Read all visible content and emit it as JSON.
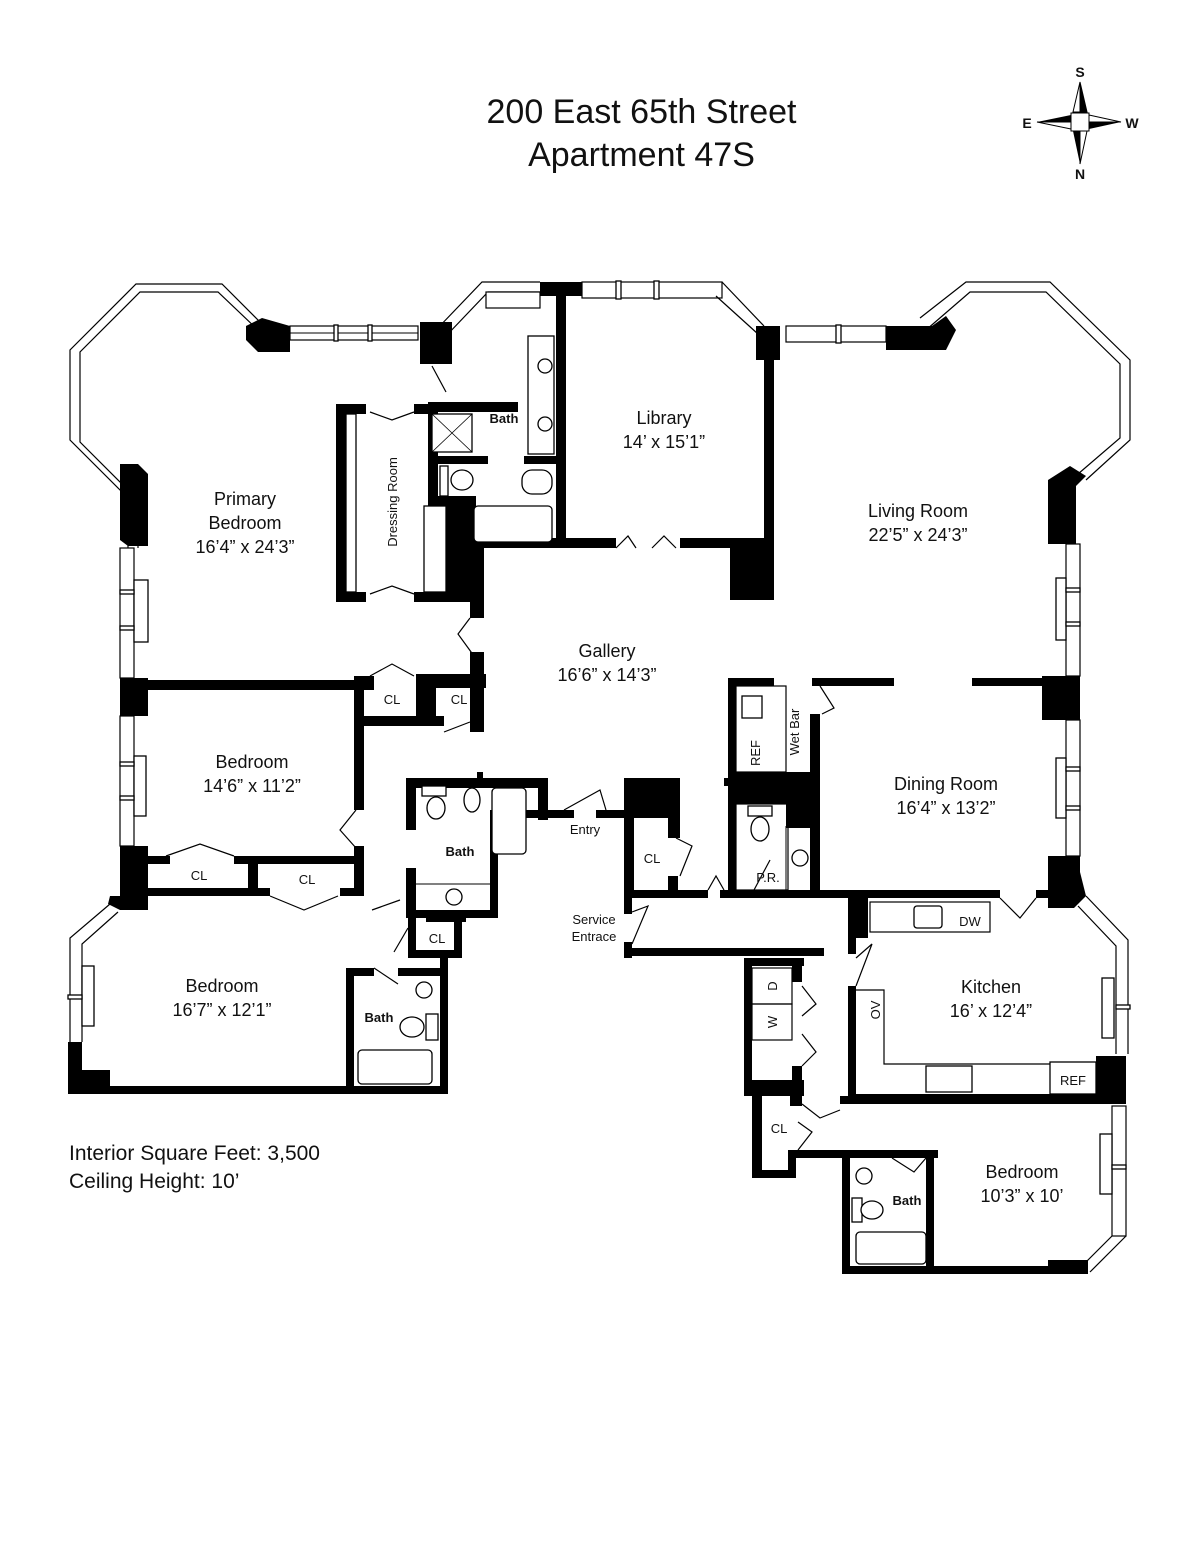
{
  "header": {
    "address": "200 East 65th Street",
    "unit": "Apartment 47S"
  },
  "compass": {
    "top": "S",
    "bottom": "N",
    "left": "E",
    "right": "W"
  },
  "rooms": {
    "primary_bedroom": {
      "name_line1": "Primary",
      "name_line2": "Bedroom",
      "size": "16’4” x 24’3”"
    },
    "dressing_room": {
      "name": "Dressing Room"
    },
    "primary_bath": {
      "name": "Bath"
    },
    "library": {
      "name": "Library",
      "size": "14’ x 15’1”"
    },
    "living_room": {
      "name": "Living Room",
      "size": "22’5” x 24’3”"
    },
    "gallery": {
      "name": "Gallery",
      "size": "16’6” x 14’3”"
    },
    "bedroom2": {
      "name": "Bedroom",
      "size": "14’6” x 11’2”"
    },
    "bedroom3": {
      "name": "Bedroom",
      "size": "16’7” x 12’1”"
    },
    "bath2": {
      "name": "Bath"
    },
    "bath3": {
      "name": "Bath"
    },
    "entry": {
      "name": "Entry"
    },
    "service_entrance": {
      "name_line1": "Service",
      "name_line2": "Entrace"
    },
    "wet_bar": {
      "name": "Wet Bar",
      "ref": "REF"
    },
    "powder_room": {
      "name": "P.R."
    },
    "dining_room": {
      "name": "Dining Room",
      "size": "16’4” x 13’2”"
    },
    "kitchen": {
      "name": "Kitchen",
      "size": "16’ x 12’4”",
      "dw": "DW",
      "ov": "OV",
      "ref": "REF"
    },
    "laundry": {
      "dryer": "D",
      "washer": "W"
    },
    "bedroom4": {
      "name": "Bedroom",
      "size": "10’3” x 10’"
    },
    "bath4": {
      "name": "Bath"
    }
  },
  "closets": {
    "label": "CL"
  },
  "notes": {
    "square_feet": "Interior Square Feet: 3,500",
    "ceiling_height": "Ceiling Height: 10’"
  }
}
